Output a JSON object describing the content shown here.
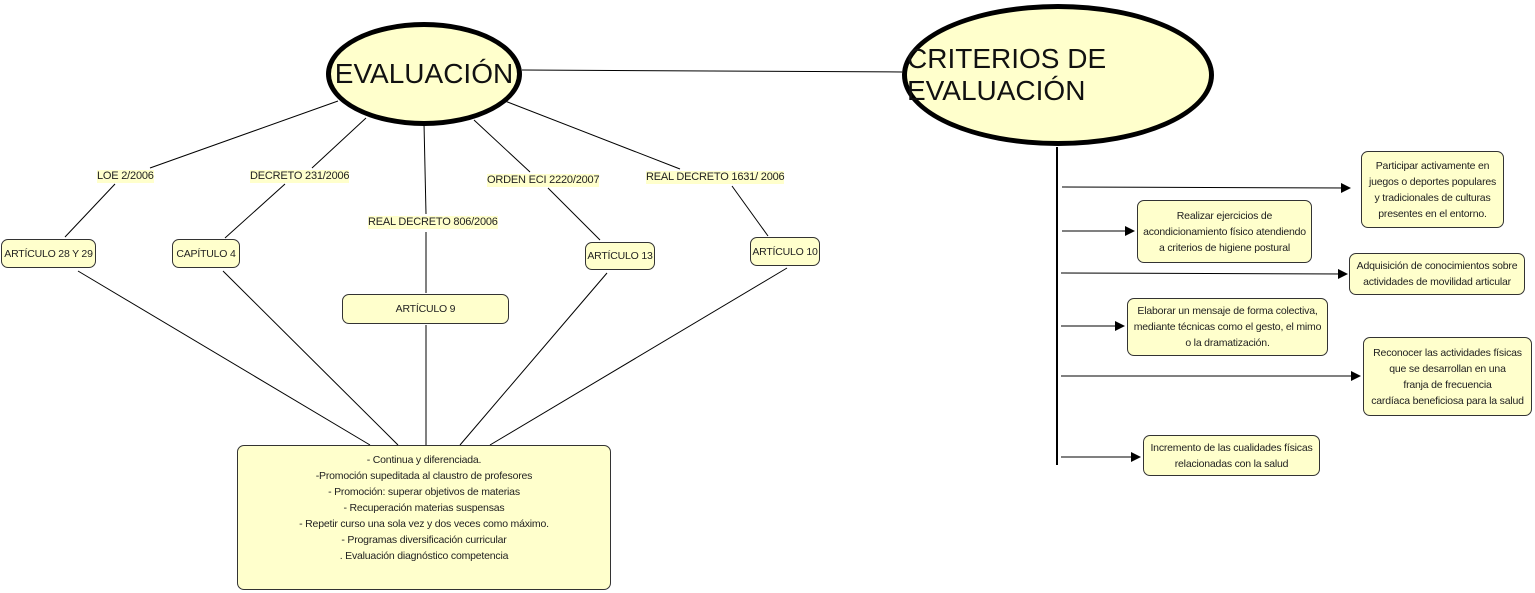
{
  "main_nodes": {
    "evaluacion": "EVALUACIÓN",
    "criterios": "CRITERIOS DE EVALUACIÓN"
  },
  "laws": [
    "LOE 2/2006",
    "DECRETO 231/2006",
    "REAL DECRETO 806/2006",
    "ORDEN ECI 2220/2007",
    "REAL DECRETO 1631/ 2006"
  ],
  "articles": [
    "ARTÍCULO 28 Y 29",
    "CAPÍTULO 4",
    "ARTÍCULO 9",
    "ARTÍCULO 13",
    "ARTÍCULO 10"
  ],
  "summary": "- Continua y diferenciada.\n-Promoción supeditada al claustro de profesores\n- Promoción: superar objetivos de materias\n- Recuperación materias suspensas\n- Repetir curso una sola vez y dos veces como máximo.\n- Programas diversificación curricular\n. Evaluación diagnóstico competencia",
  "criteria": [
    "Participar activamente en\njuegos o deportes populares\ny tradicionales de culturas\npresentes en el entorno.",
    "Realizar ejercicios de\nacondicionamiento físico atendiendo\na criterios de higiene postural",
    "Adquisición de conocimientos sobre\nactividades de movilidad articular",
    "Elaborar un mensaje de forma colectiva,\nmediante técnicas como el gesto, el mimo\no la dramatización.",
    "Reconocer las actividades físicas\nque se desarrollan en una\nfranja de frecuencia\ncardíaca beneficiosa para la salud",
    "Incremento de las cualidades físicas\nrelacionadas con la salud"
  ],
  "colors": {
    "node_fill": "#ffffcc",
    "stroke": "#000000"
  }
}
